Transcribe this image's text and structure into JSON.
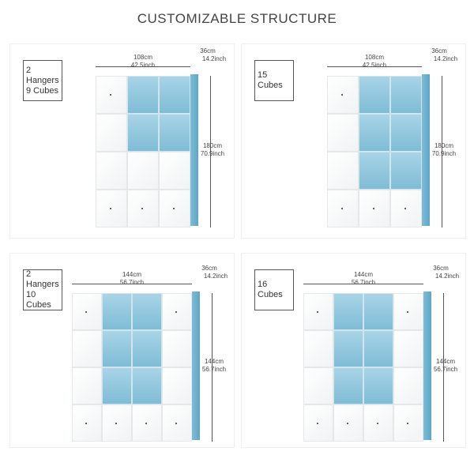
{
  "title": "CUSTOMIZABLE STRUCTURE",
  "colors": {
    "panel_blue": "#7fbcd6",
    "door_white": "#ffffff"
  },
  "configs": [
    {
      "label_lines": [
        "2 Hangers",
        "9 Cubes"
      ],
      "width_cm": "108cm",
      "width_in": "42.5inch",
      "depth_cm": "36cm",
      "depth_in": "14.2inch",
      "height_cm": "180cm",
      "height_in": "70.9inch"
    },
    {
      "label_lines": [
        "15 Cubes"
      ],
      "width_cm": "108cm",
      "width_in": "42.5inch",
      "depth_cm": "36cm",
      "depth_in": "14.2inch",
      "height_cm": "180cm",
      "height_in": "70.9inch"
    },
    {
      "label_lines": [
        "2 Hangers",
        "10 Cubes"
      ],
      "width_cm": "144cm",
      "width_in": "56.7inch",
      "depth_cm": "36cm",
      "depth_in": "14.2inch",
      "height_cm": "144cm",
      "height_in": "56.7inch"
    },
    {
      "label_lines": [
        "16 Cubes"
      ],
      "width_cm": "144cm",
      "width_in": "56.7inch",
      "depth_cm": "36cm",
      "depth_in": "14.2inch",
      "height_cm": "144cm",
      "height_in": "56.7inch"
    }
  ]
}
